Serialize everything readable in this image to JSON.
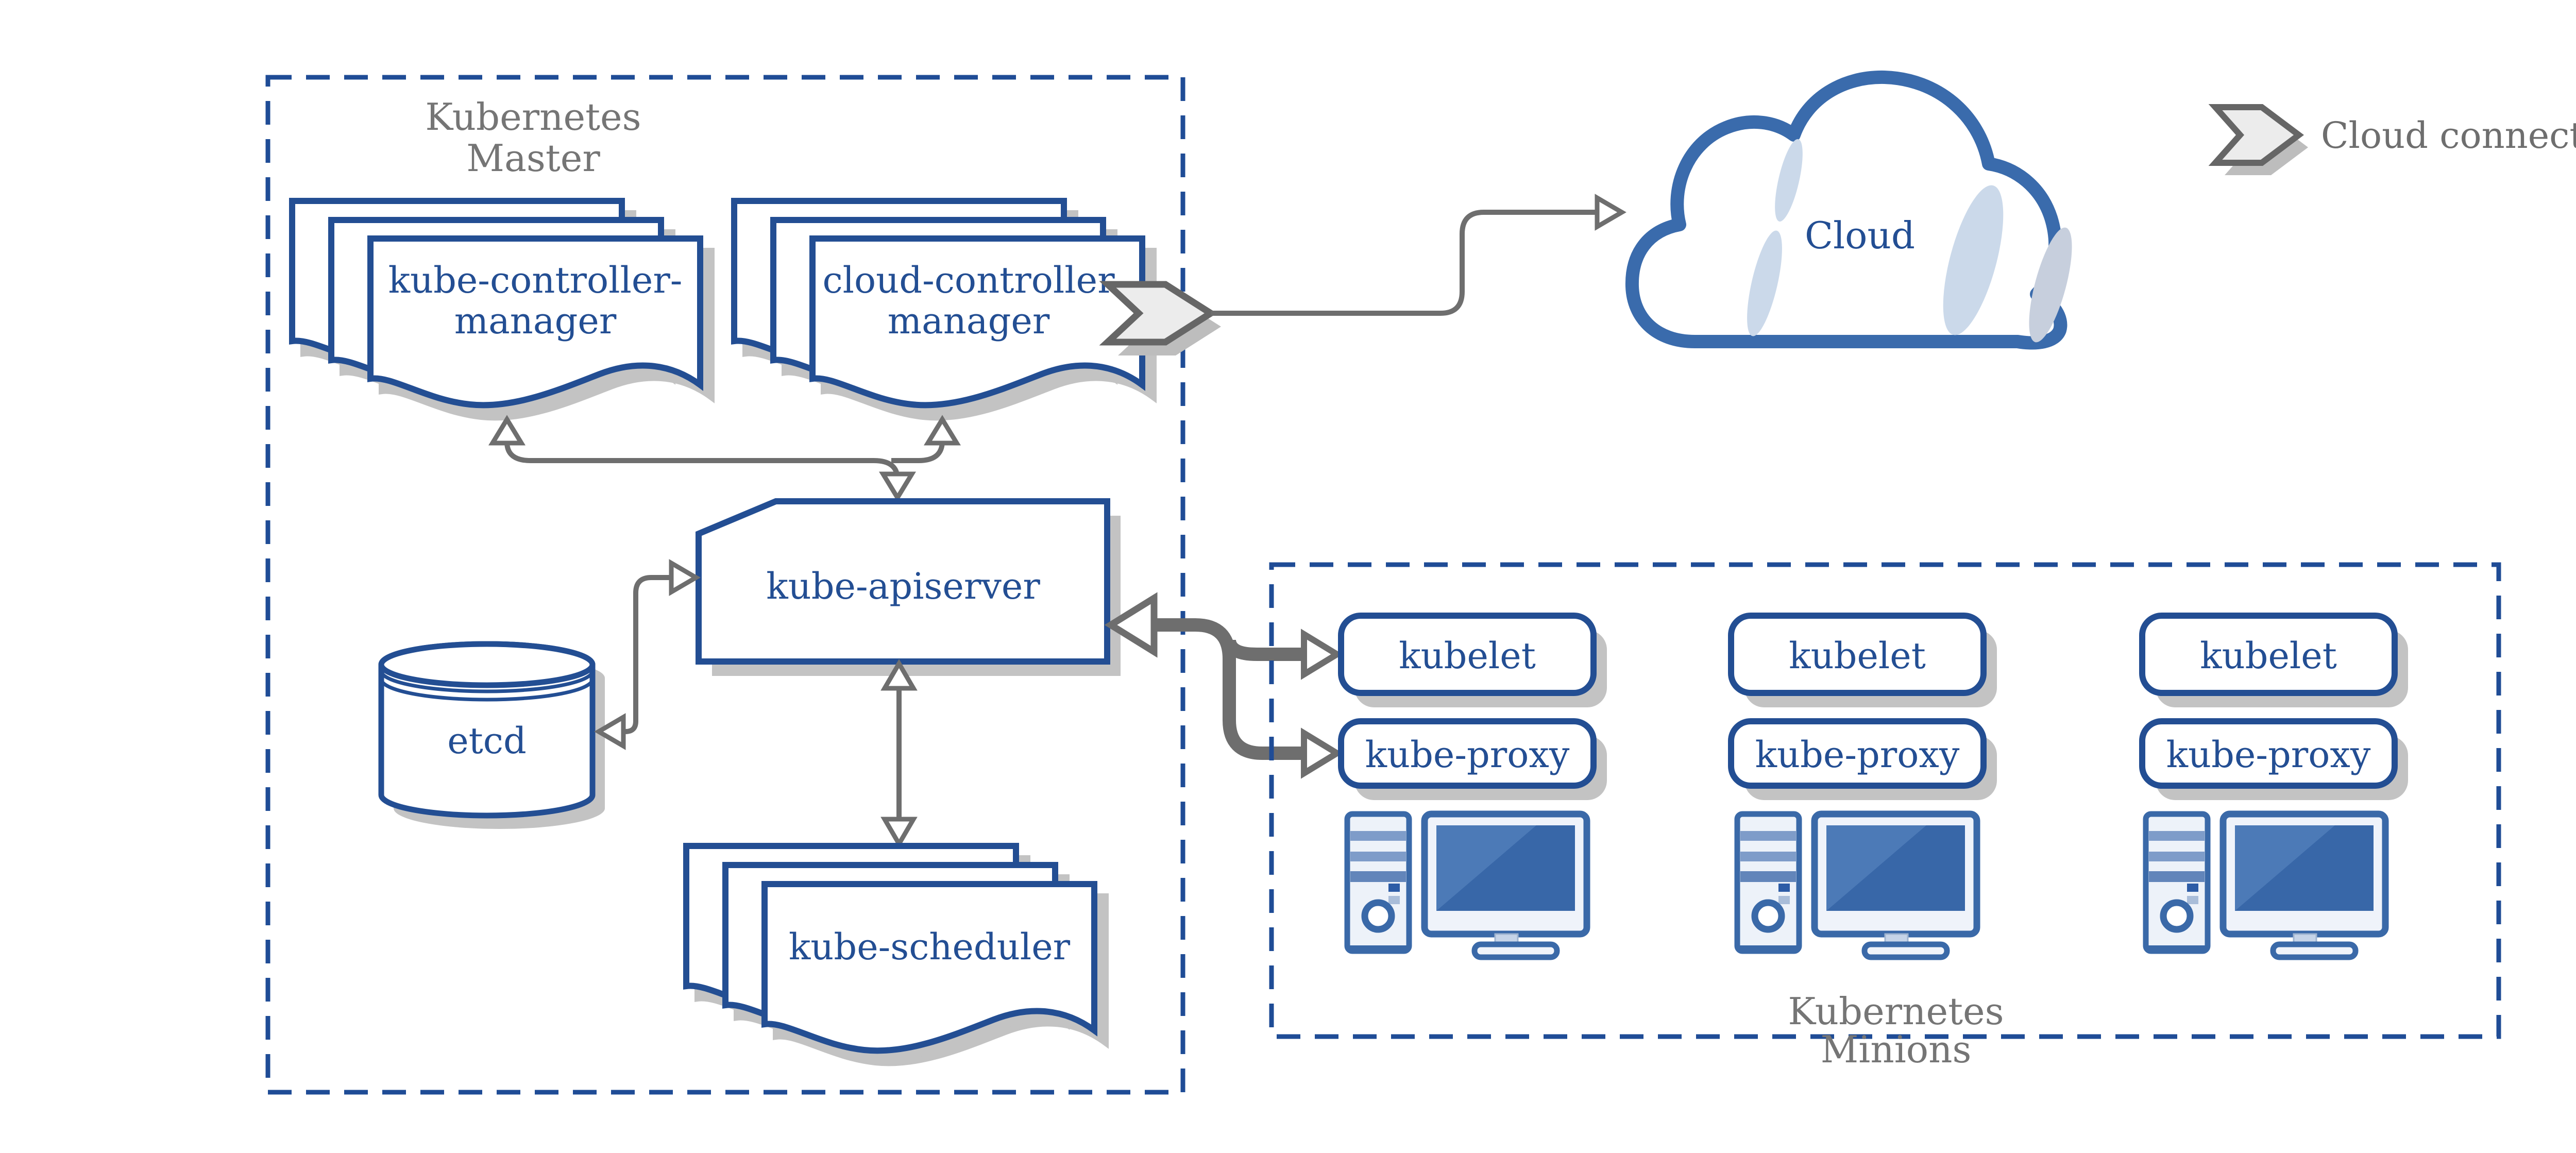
{
  "master": {
    "label_line1": "Kubernetes",
    "label_line2": "Master",
    "components": {
      "kube_controller_manager": {
        "line1": "kube-controller-",
        "line2": "manager"
      },
      "cloud_controller_manager": {
        "line1": "cloud-controller",
        "line2": "manager"
      },
      "kube_apiserver": {
        "label": "kube-apiserver"
      },
      "etcd": {
        "label": "etcd"
      },
      "kube_scheduler": {
        "label": "kube-scheduler"
      }
    }
  },
  "cloud": {
    "label": "Cloud"
  },
  "legend": {
    "cloud_connector_label": "Cloud connector"
  },
  "minions": {
    "label_line1": "Kubernetes",
    "label_line2": "Minions",
    "nodes": [
      {
        "kubelet_label": "kubelet",
        "kube_proxy_label": "kube-proxy"
      },
      {
        "kubelet_label": "kubelet",
        "kube_proxy_label": "kube-proxy"
      },
      {
        "kubelet_label": "kubelet",
        "kube_proxy_label": "kube-proxy"
      }
    ]
  },
  "colors": {
    "navy": "#234E93",
    "dash_navy": "#1F4C96",
    "cloud_blue": "#3A6BAC",
    "icon_blue": "#3A69A8",
    "screen_blue": "#3867A8",
    "screen_highlight": "#4C7AB7",
    "icon_light_fill": "#EDF2F9",
    "stripe_blue": "#7E9CC9",
    "slash_blue": "#CBD9EA",
    "arrow_gray": "#6E6E6E",
    "label_gray": "#757575",
    "shadow_gray": "#C3C3C3",
    "chevron_fill": "#ECECEC",
    "chevron_stroke": "#666666"
  }
}
